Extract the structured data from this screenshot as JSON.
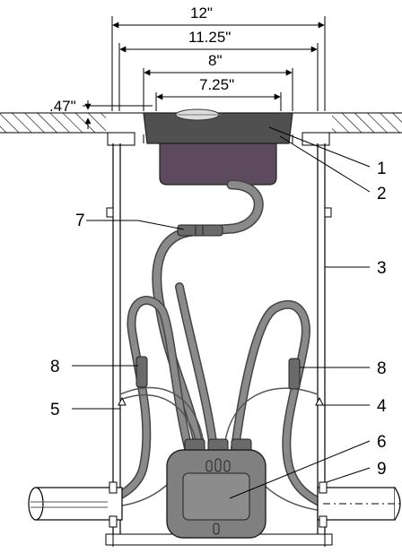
{
  "diagram": {
    "dimensions": {
      "overall": "12\"",
      "inner": "11.25\"",
      "flange": "8\"",
      "housing": "7.25\"",
      "depth": ".47\""
    },
    "callouts": [
      "1",
      "2",
      "3",
      "4",
      "5",
      "6",
      "7",
      "8",
      "8",
      "9"
    ],
    "colors": {
      "lid": "#505050",
      "housing": "#5e4a5e",
      "cable": "#8a8a8a",
      "junction_box": "#808080",
      "ground_hatch": "#000000"
    }
  }
}
